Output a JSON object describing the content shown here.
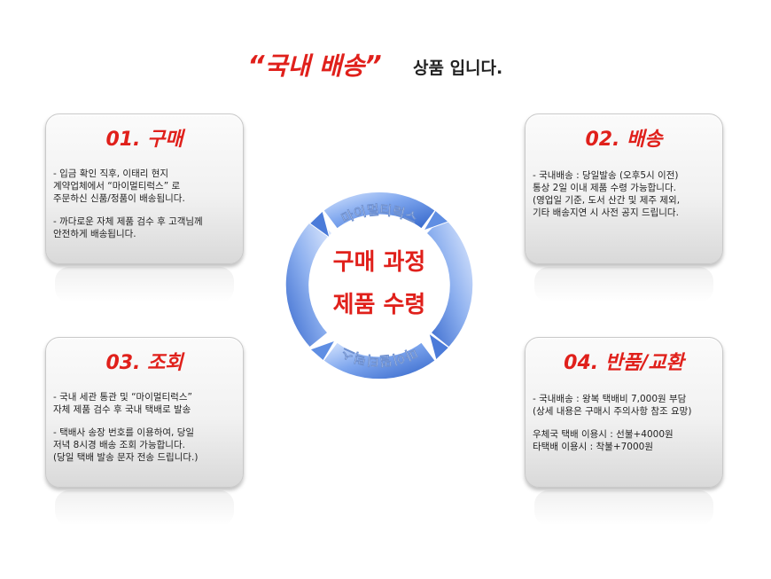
{
  "header": {
    "quote_open": "“",
    "highlight": "국내 배송",
    "quote_close": "”",
    "rest": "상품 입니다."
  },
  "cycle": {
    "top_label": "마이멀티럭스",
    "bottom_label": "마이멀티럭스",
    "center_line1": "구매 과정",
    "center_line2": "제품 수령",
    "colors": {
      "ring_light": "#cfe0fb",
      "ring_dark": "#3d6fd6",
      "accent": "#e0201b"
    }
  },
  "cards": [
    {
      "title": "01. 구매",
      "paragraphs": [
        "- 입금 확인 직후, 이태리 현지\n계약업체에서  “마이멀티럭스” 로\n주문하신 신품/정품이 배송됩니다.",
        "- 까다로운 자체 제품 검수 후 고객님께\n안전하게 배송됩니다."
      ]
    },
    {
      "title": "02. 배송",
      "paragraphs": [
        "- 국내배송 : 당일발송 (오후5시 이전)\n통상 2일 이내  제품 수령 가능합니다.\n(영업일 기준, 도서 산간 및 제주 제외,\n기타 배송지연 시 사전 공지 드립니다."
      ]
    },
    {
      "title": "03. 조회",
      "paragraphs": [
        "- 국내 세관 통관 및  “마이멀티럭스”\n자체 제품 검수 후 국내 택배로 발송",
        "- 택배사 송장 번호를 이용하여, 당일\n저녁 8시경 배송 조회 가능합니다.\n(당일 택배 발송 문자 전송 드립니다.)"
      ]
    },
    {
      "title": "04. 반품/교환",
      "paragraphs": [
        "- 국내배송 : 왕복 택배비 7,000원 부담\n(상세 내용은 구매시 주의사항 참조 요망)",
        "우체국 택배 이용시 : 선불+4000원\n타택배 이용시 : 착불+7000원"
      ]
    }
  ]
}
